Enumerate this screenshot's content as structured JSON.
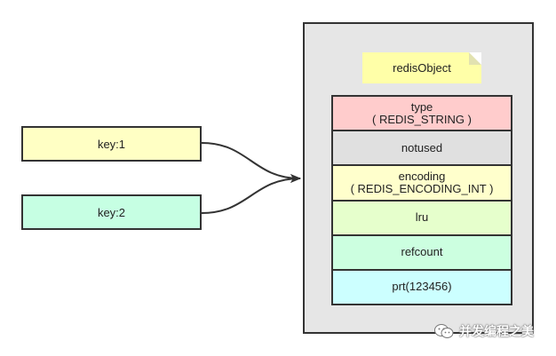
{
  "keys": [
    {
      "label": "key:1"
    },
    {
      "label": "key:2"
    }
  ],
  "object": {
    "title": "redisObject",
    "fields": [
      {
        "lines": [
          "type",
          "( REDIS_STRING )"
        ],
        "color": "#ffcccc"
      },
      {
        "lines": [
          "notused"
        ],
        "color": "#e0e0e0"
      },
      {
        "lines": [
          "encoding",
          "( REDIS_ENCODING_INT )"
        ],
        "color": "#ffffcc"
      },
      {
        "lines": [
          "lru"
        ],
        "color": "#e6ffcc"
      },
      {
        "lines": [
          "refcount"
        ],
        "color": "#ccffe0"
      },
      {
        "lines": [
          "prt(123456)"
        ],
        "color": "#ccffff"
      }
    ]
  },
  "watermark": {
    "text": "并发编程之美"
  }
}
